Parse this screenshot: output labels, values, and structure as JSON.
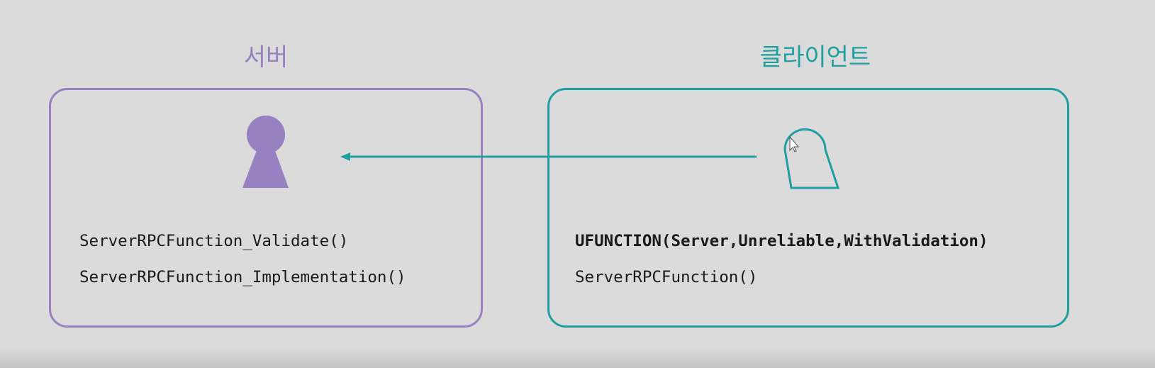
{
  "server": {
    "title": "서버",
    "color": "#9881c0",
    "lines": [
      "ServerRPCFunction_Validate()",
      "ServerRPCFunction_Implementation()"
    ]
  },
  "client": {
    "title": "클라이언트",
    "color": "#1f9f9f",
    "lines": [
      "UFUNCTION(Server,Unreliable,WithValidation)",
      "ServerRPCFunction()"
    ]
  }
}
